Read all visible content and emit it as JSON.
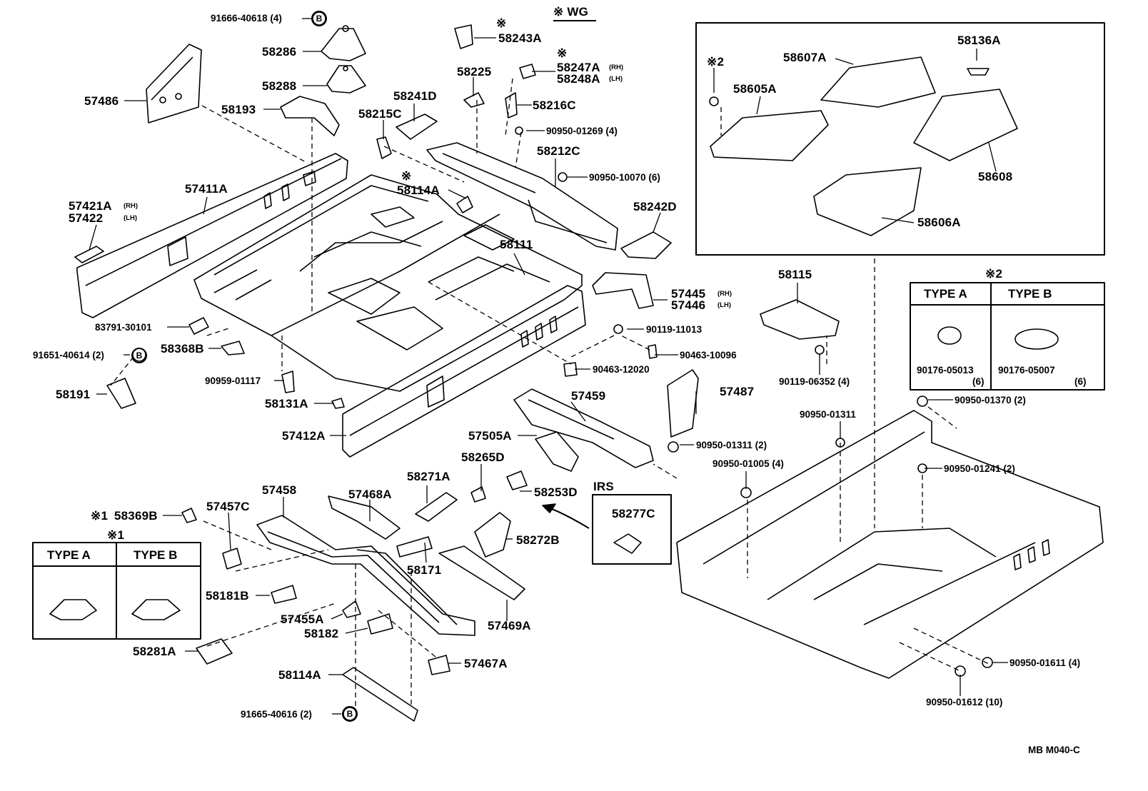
{
  "footer_code": "MB  M040-C",
  "marks": {
    "wg": "※ WG",
    "star": "※",
    "star1": "※1",
    "star2": "※2",
    "circle_b": "B",
    "irs": "IRS"
  },
  "suffix": {
    "rh": "(RH)",
    "lh": "(LH)"
  },
  "labels": {
    "p91666_40618": "91666-40618 (4)",
    "p58286": "58286",
    "p58288": "58288",
    "p58193": "58193",
    "p57486": "57486",
    "p58243A": "58243A",
    "p58225": "58225",
    "p58247A": "58247A",
    "p58248A": "58248A",
    "p58241D": "58241D",
    "p58215C": "58215C",
    "p58216C": "58216C",
    "p90950_01269": "90950-01269 (4)",
    "p58212C": "58212C",
    "p90950_10070": "90950-10070 (6)",
    "p58114A_top": "58114A",
    "p57411A": "57411A",
    "p57421A": "57421A",
    "p57422": "57422",
    "p58242D": "58242D",
    "p58111": "58111",
    "p57445": "57445",
    "p57446": "57446",
    "p90119_11013": "90119-11013",
    "p90463_10096": "90463-10096",
    "p90463_12020": "90463-12020",
    "p83791_30101": "83791-30101",
    "p58368B": "58368B",
    "p91651_40614": "91651-40614 (2)",
    "p58191": "58191",
    "p90959_01117": "90959-01117",
    "p58131A": "58131A",
    "p57412A": "57412A",
    "p57459": "57459",
    "p57487": "57487",
    "p57505A": "57505A",
    "p90950_01311_2": "90950-01311 (2)",
    "p58265D": "58265D",
    "p58271A": "58271A",
    "p58253D": "58253D",
    "p58277C": "58277C",
    "p57458": "57458",
    "p57468A": "57468A",
    "p58369B": "58369B",
    "p57457C": "57457C",
    "p58272B": "58272B",
    "p58171": "58171",
    "p58181B": "58181B",
    "p57455A": "57455A",
    "p58182": "58182",
    "p57469A": "57469A",
    "p58281A": "58281A",
    "p57467A": "57467A",
    "p58114A_bot": "58114A",
    "p91665_40616": "91665-40616 (2)",
    "p58607A": "58607A",
    "p58136A": "58136A",
    "p58605A": "58605A",
    "p58608": "58608",
    "p58606A": "58606A",
    "p58115": "58115",
    "p90119_06352": "90119-06352 (4)",
    "p90950_01311": "90950-01311",
    "p90950_01370": "90950-01370 (2)",
    "p90950_01005": "90950-01005 (4)",
    "p90950_01241": "90950-01241 (2)",
    "p90950_01611": "90950-01611 (4)",
    "p90950_01612": "90950-01612 (10)"
  },
  "type_table_1": {
    "type_a": "TYPE  A",
    "type_b": "TYPE  B"
  },
  "type_table_2": {
    "type_a": "TYPE  A",
    "type_b": "TYPE  B",
    "part_a": "90176-05013",
    "qty_a": "(6)",
    "part_b": "90176-05007",
    "qty_b": "(6)"
  }
}
